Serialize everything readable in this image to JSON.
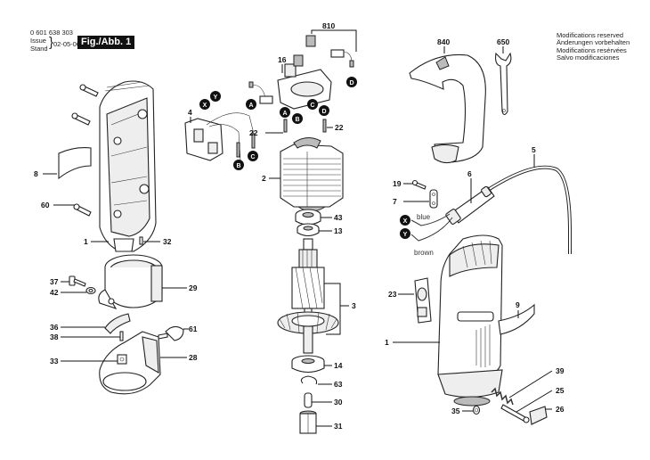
{
  "header": {
    "document_number": "0 601 638 303",
    "issue_label": "Issue",
    "stand_label": "Stand",
    "date": "02-05-06",
    "figure_label": "Fig./Abb. 1"
  },
  "notice": {
    "lines": [
      "Modifications reserved",
      "Änderungen vorbehalten",
      "Modifications resérvées",
      "Salvo modificaciones"
    ]
  },
  "wire_labels": {
    "blue": "blue",
    "brown": "brown"
  },
  "connectors": {
    "A": "A",
    "B": "B",
    "C": "C",
    "D": "D",
    "X": "X",
    "Y": "Y"
  },
  "part_labels": {
    "p810": "810",
    "p16": "16",
    "p4": "4",
    "p22a": "22",
    "p22b": "22",
    "p2": "2",
    "p43": "43",
    "p13": "13",
    "p3": "3",
    "p14": "14",
    "p63": "63",
    "p30": "30",
    "p31": "31",
    "p8": "8",
    "p60": "60",
    "p1a": "1",
    "p32": "32",
    "p37": "37",
    "p42": "42",
    "p29": "29",
    "p36": "36",
    "p38": "38",
    "p61": "61",
    "p33": "33",
    "p28": "28",
    "p840": "840",
    "p650": "650",
    "p5": "5",
    "p6": "6",
    "p19": "19",
    "p7": "7",
    "p23": "23",
    "p9": "9",
    "p1b": "1",
    "p39": "39",
    "p25": "25",
    "p26": "26",
    "p35": "35"
  }
}
